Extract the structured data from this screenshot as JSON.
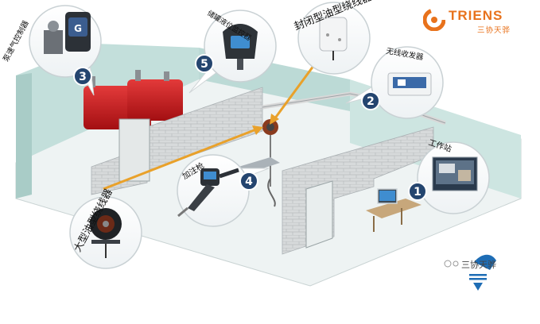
{
  "brand": {
    "name": "TRIENS",
    "subtitle": "三协天骅",
    "accent_color": "#e8721c"
  },
  "watermark": {
    "text": "三协天骅"
  },
  "callouts": [
    {
      "number": "1",
      "label": "工作站"
    },
    {
      "number": "2",
      "label": "无线收发器"
    },
    {
      "number": "3",
      "label": "泵速气控制器"
    },
    {
      "number": "4",
      "label": "加注枪"
    },
    {
      "number": "5",
      "label": "储罐液位监控器"
    }
  ],
  "labels": {
    "sealed_reel": "封闭型油型绕线器",
    "large_reel": "大型油型绕线器"
  },
  "colors": {
    "wall": "#c7e2de",
    "floor": "#eef3f3",
    "brick": "#d5d8da",
    "tank": "#d51f1f",
    "badge": "#24456f",
    "arrow": "#e9a12a"
  }
}
